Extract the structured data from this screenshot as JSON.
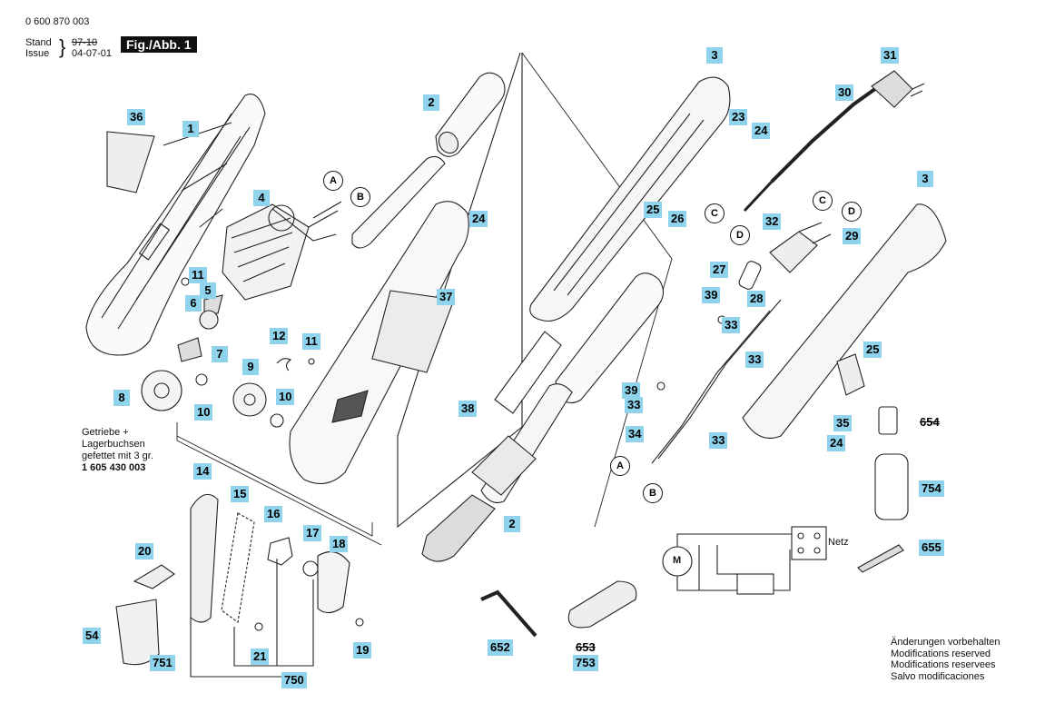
{
  "header": {
    "part_number": "0 600 870 003",
    "stand_label": "Stand",
    "issue_label": "Issue",
    "stand_value_struck": "97-10",
    "issue_value": "04-07-01",
    "figure": "Fig./Abb. 1"
  },
  "gear_note": {
    "line1": "Getriebe +",
    "line2": "Lagerbuchsen",
    "line3": "gefettet mit 3 gr.",
    "line4": "1 605 430 003"
  },
  "callouts": {
    "c36": "36",
    "c1": "1",
    "c2a": "2",
    "c3a": "3",
    "c31": "31",
    "c30": "30",
    "c3b": "3",
    "c23": "23",
    "c24a": "24",
    "c24b": "24",
    "c24c": "24",
    "c25a": "25",
    "c26": "26",
    "c4": "4",
    "c11a": "11",
    "c5": "5",
    "c6": "6",
    "c7": "7",
    "c8": "8",
    "c9": "9",
    "c10a": "10",
    "c10b": "10",
    "c12": "12",
    "c11b": "11",
    "c37": "37",
    "c32": "32",
    "c29": "29",
    "c27": "27",
    "c28": "28",
    "c39a": "39",
    "c33a": "33",
    "c33b": "33",
    "c25b": "25",
    "c38": "38",
    "c39b": "39",
    "c33c": "33",
    "c34": "34",
    "c33d": "33",
    "c35": "35",
    "c2b": "2",
    "c14": "14",
    "c15": "15",
    "c16": "16",
    "c17": "17",
    "c18": "18",
    "c20": "20",
    "c54": "54",
    "c21": "21",
    "c19": "19",
    "c751": "751",
    "c750": "750",
    "c652": "652",
    "c653": "653",
    "c753": "753",
    "c654": "654",
    "c754": "754",
    "c655": "655"
  },
  "connectors": {
    "a1": "A",
    "b1": "B",
    "c1": "C",
    "d1": "D",
    "c2": "C",
    "d2": "D",
    "a2": "A",
    "b2": "B"
  },
  "schematic": {
    "motor": "M",
    "mains": "Netz"
  },
  "footer": {
    "line1": "Änderungen vorbehalten",
    "line2": "Modifications reserved",
    "line3": "Modifications reservees",
    "line4": "Salvo modificaciones"
  }
}
